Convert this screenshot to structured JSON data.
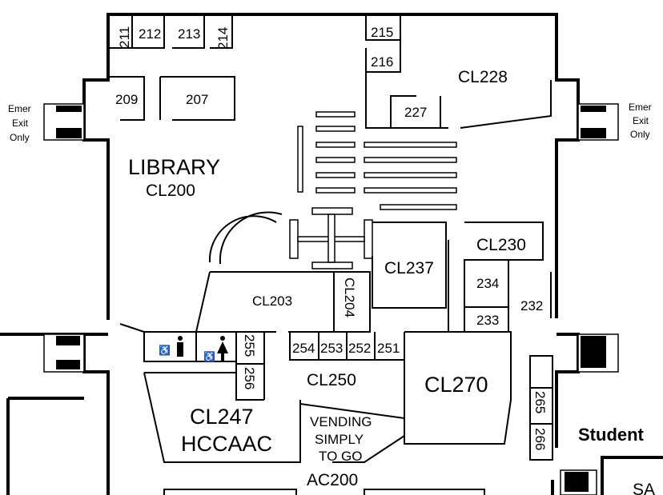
{
  "rooms": {
    "r211": "211",
    "r212": "212",
    "r213": "213",
    "r214": "214",
    "r215": "215",
    "r216": "216",
    "cl228": "CL228",
    "r227": "227",
    "r209": "209",
    "r207": "207",
    "library": "LIBRARY",
    "cl200": "CL200",
    "cl230": "CL230",
    "r234": "234",
    "r233": "233",
    "r232": "232",
    "cl237": "CL237",
    "cl203": "CL203",
    "cl204": "CL204",
    "r255": "255",
    "r256": "256",
    "r254": "254",
    "r253": "253",
    "r252": "252",
    "r251": "251",
    "cl250": "CL250",
    "cl270": "CL270",
    "cl247": "CL247",
    "hccaac": "HCCAAC",
    "vending1": "VENDING",
    "vending2": "SIMPLY",
    "vending3": "TO GO",
    "ac200": "AC200",
    "r265": "265",
    "r266": "266",
    "student": "Student",
    "sa": "SA"
  },
  "exits": {
    "left": [
      "Emer",
      "Exit",
      "Only"
    ],
    "right": [
      "Emer",
      "Exit",
      "Only"
    ]
  }
}
